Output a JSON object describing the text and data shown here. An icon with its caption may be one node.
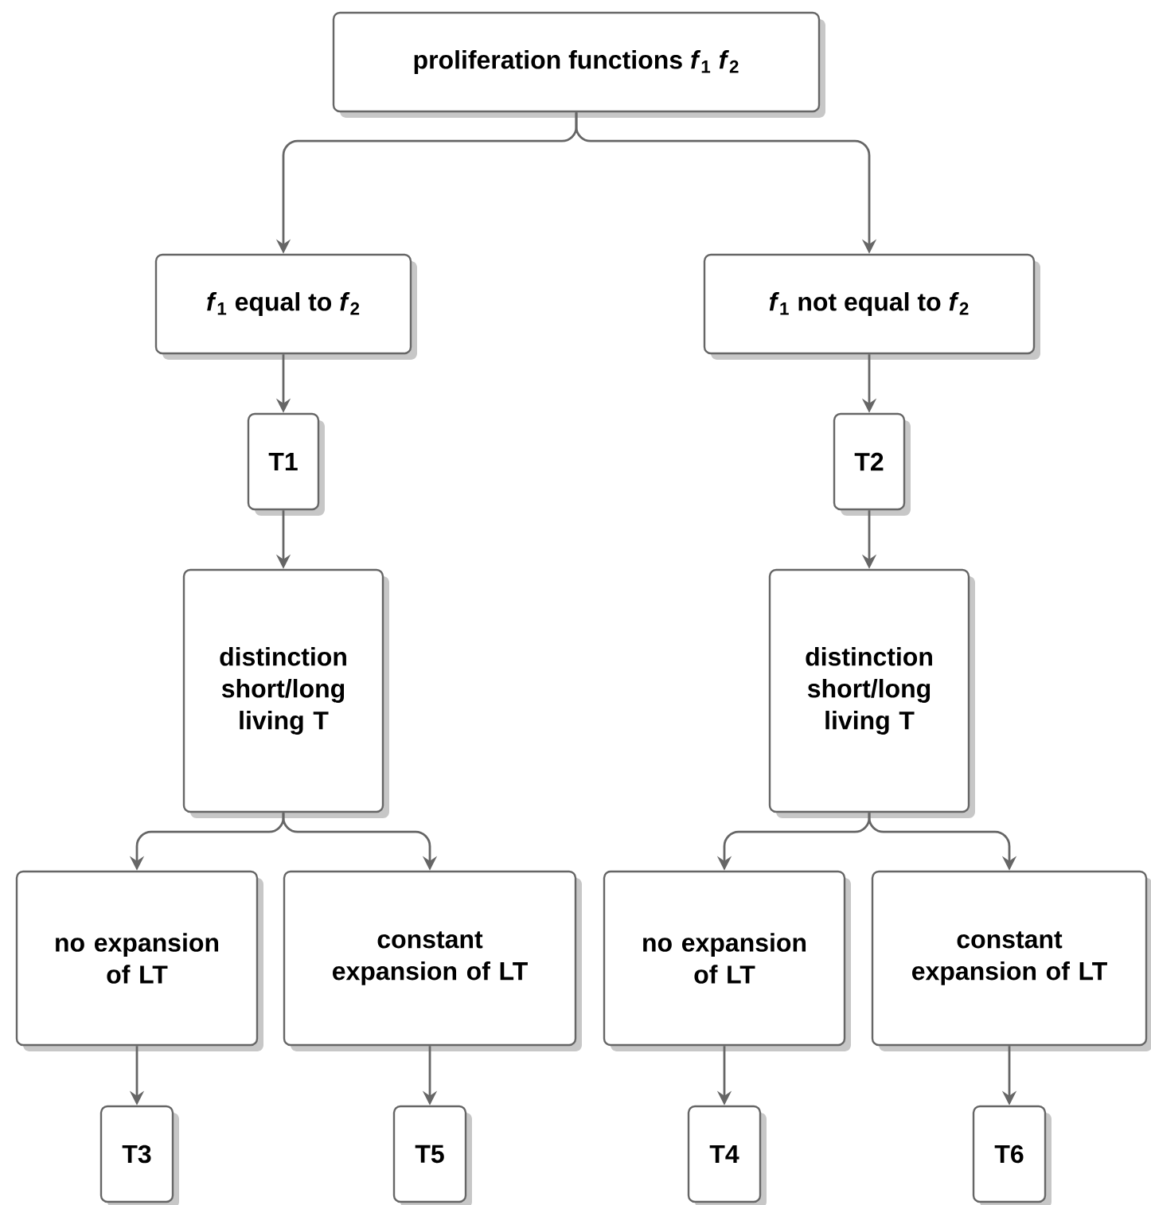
{
  "diagram": {
    "nodes": [
      {
        "text": [
          "proliferation functions *f*$_{1}$ *f*$_{2}$"
        ]
      },
      {
        "text": [
          "*f*$_{1}$ equal to *f*$_{2}$"
        ]
      },
      {
        "text": [
          "*f*$_{1}$ not equal to *f*$_{2}$"
        ]
      },
      {
        "text": [
          "T1"
        ]
      },
      {
        "text": [
          "T2"
        ]
      },
      {
        "text": [
          "distinction short/long living T"
        ]
      },
      {
        "text": [
          "distinction short/long living T"
        ]
      },
      {
        "text": [
          "no expansion of LT"
        ]
      },
      {
        "text": [
          "constant expansion of LT"
        ]
      },
      {
        "text": [
          "no expansion of LT"
        ]
      },
      {
        "text": [
          "constant expansion of LT"
        ]
      },
      {
        "text": [
          "T3"
        ]
      },
      {
        "text": [
          "T5"
        ]
      },
      {
        "text": [
          "T4"
        ]
      },
      {
        "text": [
          "T6"
        ]
      }
    ],
    "edges": [
      {
        "from": 0,
        "to": 1,
        "arrow": "to"
      },
      {
        "from": 0,
        "to": 2,
        "arrow": "to"
      },
      {
        "from": 1,
        "to": 3,
        "arrow": "to"
      },
      {
        "from": 2,
        "to": 4,
        "arrow": "to"
      },
      {
        "from": 3,
        "to": 5,
        "arrow": "to"
      },
      {
        "from": 4,
        "to": 6,
        "arrow": "to"
      },
      {
        "from": 5,
        "to": 7,
        "arrow": "to"
      },
      {
        "from": 5,
        "to": 8,
        "arrow": "to"
      },
      {
        "from": 6,
        "to": 9,
        "arrow": "to"
      },
      {
        "from": 6,
        "to": 10,
        "arrow": "to"
      },
      {
        "from": 7,
        "to": 11,
        "arrow": "to"
      },
      {
        "from": 8,
        "to": 12,
        "arrow": "to"
      },
      {
        "from": 9,
        "to": 13,
        "arrow": "to"
      },
      {
        "from": 10,
        "to": 14,
        "arrow": "to"
      }
    ]
  }
}
